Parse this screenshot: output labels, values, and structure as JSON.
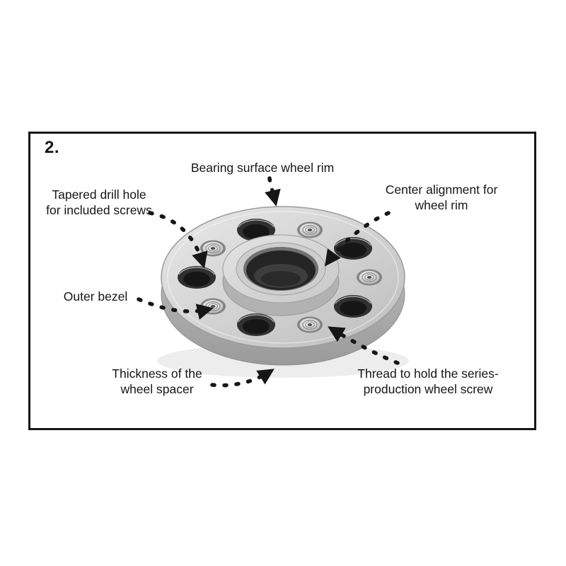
{
  "page": {
    "background": "#ffffff"
  },
  "figure": {
    "step_number": "2.",
    "frame_color": "#161616",
    "labels": {
      "bearing_surface": "Bearing surface wheel rim",
      "tapered_drill_hole": "Tapered drill hole for included screws",
      "center_alignment": "Center alignment for wheel rim",
      "outer_bezel": "Outer bezel",
      "thickness": "Thickness of the wheel spacer",
      "thread": "Thread to hold the series-production wheel screw"
    },
    "illustration": {
      "subject": "aluminium wheel spacer, perspective view",
      "disc_color": "#cfcfcf",
      "bore_color": "#262626",
      "arrow_color": "#161616"
    }
  }
}
